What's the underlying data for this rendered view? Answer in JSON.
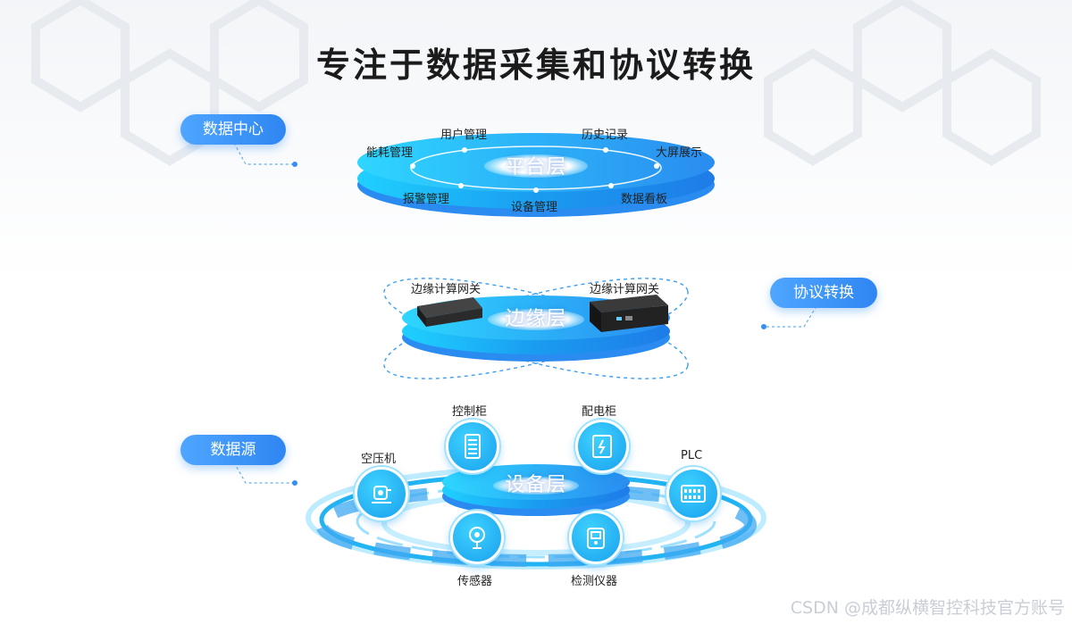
{
  "title": "专注于数据采集和协议转换",
  "side_labels": {
    "data_center": "数据中心",
    "protocol": "协议转换",
    "data_source": "数据源"
  },
  "platform": {
    "layer": "平台层",
    "items": [
      "能耗管理",
      "用户管理",
      "历史记录",
      "大屏展示",
      "报警管理",
      "设备管理",
      "数据看板"
    ]
  },
  "edge": {
    "layer": "边缘层",
    "gateway_left": "边缘计算网关",
    "gateway_right": "边缘计算网关"
  },
  "device": {
    "layer": "设备层",
    "items": {
      "control_cabinet": "控制柜",
      "distribution_cabinet": "配电柜",
      "air_compressor": "空压机",
      "plc": "PLC",
      "sensor": "传感器",
      "detector": "检测仪器"
    }
  },
  "watermark": "CSDN @成都纵横智控科技官方账号",
  "colors": {
    "accent": "#2f86f2",
    "cyan": "#1ec3ff",
    "deep": "#0a7fe0"
  }
}
